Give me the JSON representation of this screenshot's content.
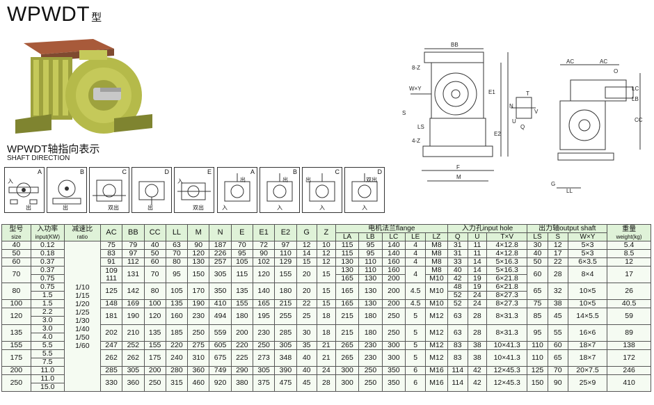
{
  "title": "WPWDT",
  "title_suffix": "型",
  "shaft_direction": {
    "title": "WPWDT轴指向表示",
    "subtitle": "SHAFT DIRECTION",
    "group1": [
      {
        "letter": "A",
        "labels": [
          "入",
          "出"
        ]
      },
      {
        "letter": "B",
        "labels": [
          "出"
        ]
      },
      {
        "letter": "C",
        "labels": [
          "双出"
        ]
      },
      {
        "letter": "D",
        "labels": [
          "出"
        ]
      },
      {
        "letter": "E",
        "labels": [
          "入",
          "双出"
        ]
      }
    ],
    "group2": [
      {
        "letter": "A",
        "labels": [
          "出",
          "入"
        ]
      },
      {
        "letter": "B",
        "labels": [
          "出",
          "入"
        ]
      },
      {
        "letter": "C",
        "labels": [
          "出",
          "入"
        ]
      },
      {
        "letter": "D",
        "labels": [
          "双出",
          "入"
        ]
      }
    ]
  },
  "drawing_labels": {
    "front": [
      "BB",
      "8-Z",
      "W×Y",
      "S",
      "LS",
      "4-Z",
      "E1",
      "N",
      "E2",
      "F",
      "M"
    ],
    "key": [
      "T",
      "V",
      "U",
      "Q"
    ],
    "side": [
      "AC",
      "AC",
      "O",
      "LC",
      "LB",
      "CC",
      "G",
      "LL"
    ]
  },
  "table": {
    "headers": {
      "model": "型号",
      "model_en": "size",
      "power": "入功率",
      "power_en": "input(KW)",
      "ratio": "减速比",
      "ratio_en": "ratio",
      "dims": [
        "AC",
        "BB",
        "CC",
        "LL",
        "M",
        "N",
        "E",
        "E1",
        "E2",
        "G",
        "Z"
      ],
      "motor_flange": "电机法兰flange",
      "flange_cols": [
        "LA",
        "LB",
        "LC",
        "LE",
        "LZ"
      ],
      "input_hole": "入力孔input hole",
      "input_cols": [
        "Q",
        "U",
        "T×V"
      ],
      "output_shaft": "出力轴output shaft",
      "output_cols": [
        "LS",
        "S",
        "W×Y"
      ],
      "weight": "重量",
      "weight_en": "weight(kg)"
    },
    "ratios": [
      "1/10",
      "1/15",
      "1/20",
      "1/25",
      "1/30",
      "1/40",
      "1/50",
      "1/60"
    ],
    "rows": [
      {
        "size": "40",
        "power": [
          "0.12"
        ],
        "dims": [
          "75",
          "79",
          "40",
          "63",
          "90",
          "187",
          "70",
          "72",
          "97",
          "12",
          "10"
        ],
        "flange": [
          [
            "115",
            "95",
            "140",
            "4",
            "M8"
          ]
        ],
        "input": [
          [
            "31",
            "11",
            "4×12.8"
          ]
        ],
        "output": [
          "30",
          "12",
          "5×3"
        ],
        "weight": "5.4"
      },
      {
        "size": "50",
        "power": [
          "0.18"
        ],
        "dims": [
          "83",
          "97",
          "50",
          "70",
          "120",
          "226",
          "95",
          "90",
          "110",
          "14",
          "12"
        ],
        "flange": [
          [
            "115",
            "95",
            "140",
            "4",
            "M8"
          ]
        ],
        "input": [
          [
            "31",
            "11",
            "4×12.8"
          ]
        ],
        "output": [
          "40",
          "17",
          "5×3"
        ],
        "weight": "8.5"
      },
      {
        "size": "60",
        "power": [
          "0.37"
        ],
        "dims": [
          "91",
          "112",
          "60",
          "80",
          "130",
          "257",
          "105",
          "102",
          "129",
          "15",
          "12"
        ],
        "flange": [
          [
            "130",
            "110",
            "160",
            "4",
            "M8"
          ]
        ],
        "input": [
          [
            "33",
            "14",
            "5×16.3"
          ]
        ],
        "output": [
          "50",
          "22",
          "6×3.5"
        ],
        "weight": "12"
      },
      {
        "size": "70",
        "power": [
          "0.37",
          "0.75"
        ],
        "dims": [
          "109/111",
          "131",
          "70",
          "95",
          "150",
          "305",
          "115",
          "120",
          "155",
          "20",
          "15"
        ],
        "flange": [
          [
            "130",
            "110",
            "160",
            "",
            ""
          ],
          [
            "165",
            "130",
            "200",
            "",
            ""
          ]
        ],
        "lelz": [
          "4",
          "M8/M10"
        ],
        "input": [
          [
            "40",
            "14",
            "5×16.3"
          ],
          [
            "42",
            "19",
            "6×21.8"
          ]
        ],
        "output": [
          "60",
          "28",
          "8×4"
        ],
        "weight": "17"
      },
      {
        "size": "80",
        "power": [
          "0.75",
          "1.5"
        ],
        "dims": [
          "125",
          "142",
          "80",
          "105",
          "170",
          "350",
          "135",
          "140",
          "180",
          "20",
          "15"
        ],
        "flange": [
          [
            "165",
            "130",
            "200",
            "4.5",
            "M10"
          ]
        ],
        "input": [
          [
            "48",
            "19",
            "6×21.8"
          ],
          [
            "52",
            "24",
            "8×27.3"
          ]
        ],
        "output": [
          "65",
          "32",
          "10×5"
        ],
        "weight": "26"
      },
      {
        "size": "100",
        "power": [
          "1.5"
        ],
        "dims": [
          "148",
          "169",
          "100",
          "135",
          "190",
          "410",
          "155",
          "165",
          "215",
          "22",
          "15"
        ],
        "flange": [
          [
            "165",
            "130",
            "200",
            "4.5",
            "M10"
          ]
        ],
        "input": [
          [
            "52",
            "24",
            "8×27.3"
          ]
        ],
        "output": [
          "75",
          "38",
          "10×5"
        ],
        "weight": "40.5"
      },
      {
        "size": "120",
        "power": [
          "2.2",
          "3.0"
        ],
        "dims": [
          "181",
          "190",
          "120",
          "160",
          "230",
          "494",
          "180",
          "195",
          "255",
          "25",
          "18"
        ],
        "flange": [
          [
            "215",
            "180",
            "250",
            "5",
            "M12"
          ]
        ],
        "input": [
          [
            "63",
            "28",
            "8×31.3"
          ]
        ],
        "output": [
          "85",
          "45",
          "14×5.5"
        ],
        "weight": "59"
      },
      {
        "size": "135",
        "power": [
          "3.0",
          "4.0"
        ],
        "dims": [
          "202",
          "210",
          "135",
          "185",
          "250",
          "559",
          "200",
          "230",
          "285",
          "30",
          "18"
        ],
        "flange": [
          [
            "215",
            "180",
            "250",
            "5",
            "M12"
          ]
        ],
        "input": [
          [
            "63",
            "28",
            "8×31.3"
          ]
        ],
        "output": [
          "95",
          "55",
          "16×6"
        ],
        "weight": "89"
      },
      {
        "size": "155",
        "power": [
          "5.5"
        ],
        "dims": [
          "247",
          "252",
          "155",
          "220",
          "275",
          "605",
          "220",
          "250",
          "305",
          "35",
          "21"
        ],
        "flange": [
          [
            "265",
            "230",
            "300",
            "5",
            "M12"
          ]
        ],
        "input": [
          [
            "83",
            "38",
            "10×41.3"
          ]
        ],
        "output": [
          "110",
          "60",
          "18×7"
        ],
        "weight": "138"
      },
      {
        "size": "175",
        "power": [
          "5.5",
          "7.5"
        ],
        "dims": [
          "262",
          "262",
          "175",
          "240",
          "310",
          "675",
          "225",
          "273",
          "348",
          "40",
          "21"
        ],
        "flange": [
          [
            "265",
            "230",
            "300",
            "5",
            "M12"
          ]
        ],
        "input": [
          [
            "83",
            "38",
            "10×41.3"
          ]
        ],
        "output": [
          "110",
          "65",
          "18×7"
        ],
        "weight": "172"
      },
      {
        "size": "200",
        "power": [
          "11.0"
        ],
        "dims": [
          "285",
          "305",
          "200",
          "280",
          "360",
          "749",
          "290",
          "305",
          "390",
          "40",
          "24"
        ],
        "flange": [
          [
            "300",
            "250",
            "350",
            "6",
            "M16"
          ]
        ],
        "input": [
          [
            "114",
            "42",
            "12×45.3"
          ]
        ],
        "output": [
          "125",
          "70",
          "20×7.5"
        ],
        "weight": "246"
      },
      {
        "size": "250",
        "power": [
          "11.0",
          "15.0"
        ],
        "dims": [
          "330",
          "360",
          "250",
          "315",
          "460",
          "920",
          "380",
          "375",
          "475",
          "45",
          "28"
        ],
        "flange": [
          [
            "300",
            "250",
            "350",
            "6",
            "M16"
          ]
        ],
        "input": [
          [
            "114",
            "42",
            "12×45.3"
          ]
        ],
        "output": [
          "150",
          "90",
          "25×9"
        ],
        "weight": "410"
      }
    ]
  },
  "colors": {
    "header_bg": "#dff2d8",
    "cell_bg": "#f5fbf2",
    "reducer_body": "#b5ba4a",
    "reducer_dark": "#7f8430",
    "flange_rust": "#a85a3a"
  }
}
